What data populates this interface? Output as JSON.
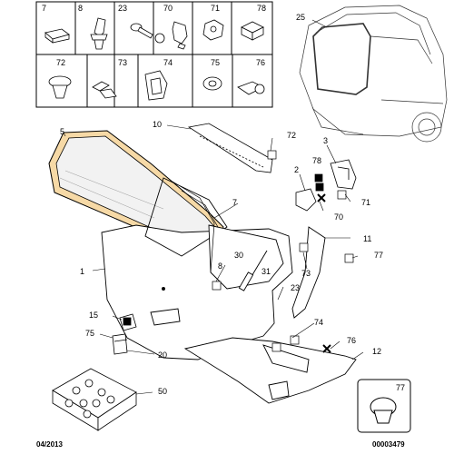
{
  "legend": {
    "row1": [
      "7",
      "8",
      "23",
      "70",
      "71",
      "78"
    ],
    "row2": [
      "72",
      "73",
      "74",
      "75",
      "76"
    ]
  },
  "callouts": {
    "c1": "1",
    "c2": "2",
    "c3": "3",
    "c5": "5",
    "c7": "7",
    "c8": "8",
    "c10": "10",
    "c11": "11",
    "c12": "12",
    "c15": "15",
    "c20": "20",
    "c23": "23",
    "c25": "25",
    "c30": "30",
    "c31": "31",
    "c50": "50",
    "c70": "70",
    "c71": "71",
    "c72": "72",
    "c73": "73",
    "c74": "74",
    "c75": "75",
    "c76": "76",
    "c77a": "77",
    "c77b": "77",
    "c78": "78"
  },
  "inset": {
    "label": "77"
  },
  "footer": {
    "date": "04/2013",
    "ref": "00003479"
  },
  "colors": {
    "highlight": "#f6d9a6",
    "line": "#000000",
    "glass": "#f2f2f2"
  }
}
